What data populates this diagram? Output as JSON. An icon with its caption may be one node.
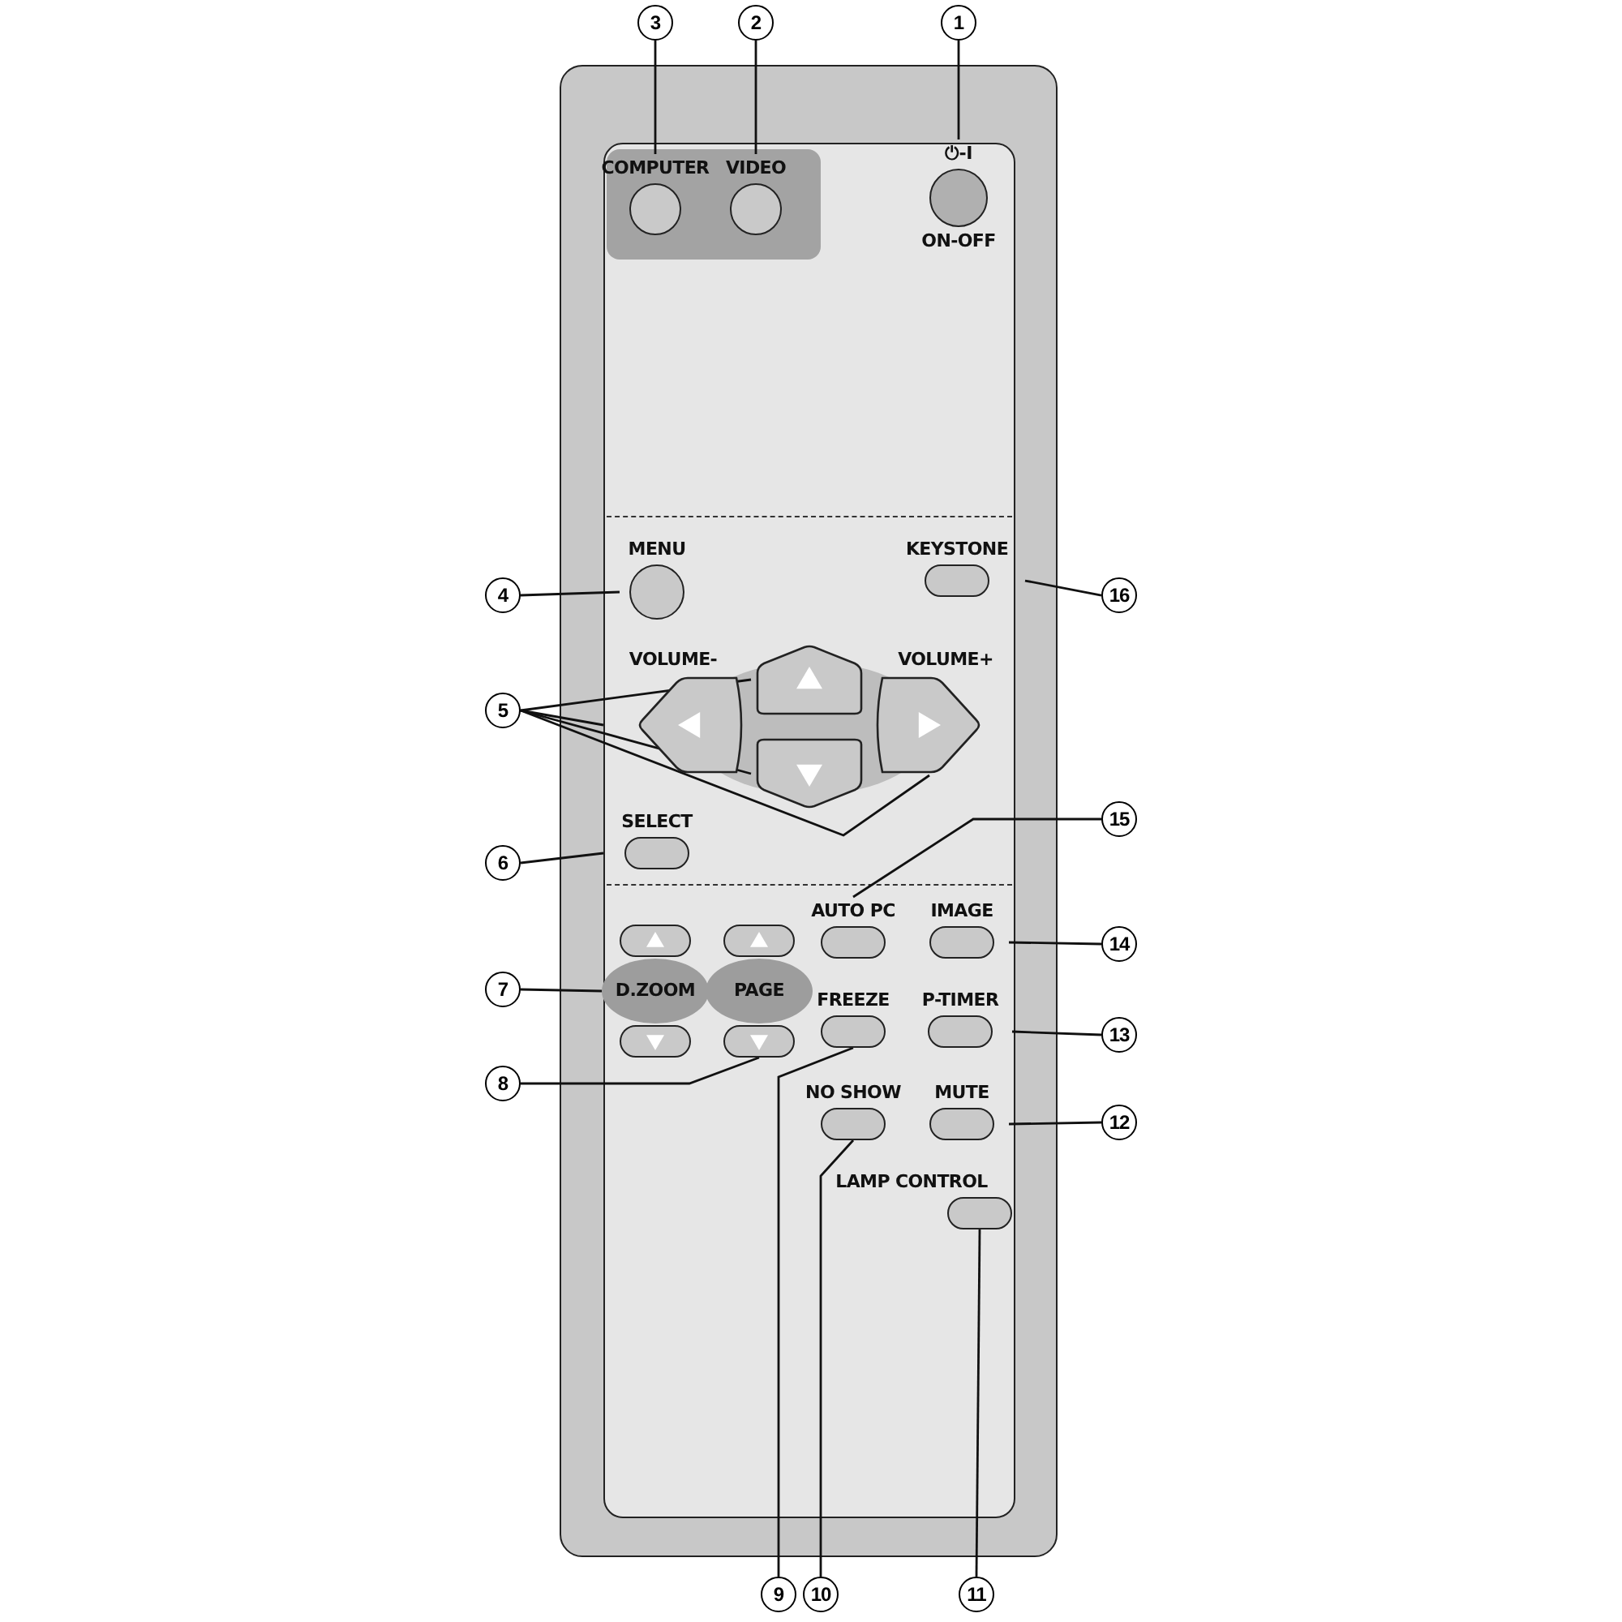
{
  "diagram": {
    "nodes": [
      {
        "text": [
          "3"
        ]
      },
      {
        "text": [
          "2"
        ]
      },
      {
        "text": [
          "1"
        ]
      },
      {
        "text": [
          "COMPUTER"
        ]
      },
      {
        "text": [
          "VIDEO"
        ]
      },
      {
        "text": [
          "⏻-I",
          "ON-OFF"
        ]
      },
      {
        "text": [
          "4"
        ]
      },
      {
        "text": [
          "MENU"
        ]
      },
      {
        "text": [
          "KEYSTONE"
        ]
      },
      {
        "text": [
          "16"
        ]
      },
      {
        "text": [
          "VOLUME-"
        ]
      },
      {
        "text": [],
        "shape": "box"
      },
      {
        "text": [
          "VOLUME+"
        ]
      },
      {
        "text": [
          "5"
        ]
      },
      {
        "text": [],
        "shape": "box"
      },
      {
        "text": [
          "15"
        ]
      },
      {
        "text": [
          "6"
        ]
      },
      {
        "text": [
          "SELECT"
        ]
      },
      {
        "text": [
          "AUTO PC"
        ]
      },
      {
        "text": [
          "IMAGE"
        ]
      },
      {
        "text": [
          "14"
        ]
      },
      {
        "text": [
          "7"
        ]
      },
      {
        "text": [
          "D.ZOOM"
        ]
      },
      {
        "text": [],
        "shape": "box"
      },
      {
        "text": [],
        "shape": "box"
      },
      {
        "text": [
          "PAGE"
        ]
      },
      {
        "text": [],
        "shape": "box"
      },
      {
        "text": [],
        "shape": "box"
      },
      {
        "text": [
          "FREEZE"
        ]
      },
      {
        "text": [
          "P-TIMER"
        ]
      },
      {
        "text": [
          "13"
        ]
      },
      {
        "text": [
          "8"
        ]
      },
      {
        "text": [
          "NO SHOW"
        ]
      },
      {
        "text": [
          "MUTE"
        ]
      },
      {
        "text": [
          "12"
        ]
      },
      {
        "text": [
          "LAMP CONTROL"
        ]
      },
      {
        "text": [
          "9"
        ]
      },
      {
        "text": [
          "10"
        ]
      },
      {
        "text": [
          "11"
        ]
      }
    ],
    "edges": [
      {
        "from": 0,
        "to": 3,
        "arrow": "none"
      },
      {
        "from": 1,
        "to": 4,
        "arrow": "none"
      },
      {
        "from": 2,
        "to": 5,
        "arrow": "none"
      },
      {
        "from": 6,
        "to": 7,
        "arrow": "none"
      },
      {
        "from": 9,
        "to": 8,
        "arrow": "none"
      },
      {
        "from": 13,
        "to": 11,
        "arrow": "none"
      },
      {
        "from": 13,
        "to": 10,
        "arrow": "none"
      },
      {
        "from": 13,
        "to": 14,
        "arrow": "none"
      },
      {
        "from": 13,
        "to": 12,
        "arrow": "none"
      },
      {
        "from": 15,
        "to": 18,
        "arrow": "none"
      },
      {
        "from": 16,
        "to": 17,
        "arrow": "none"
      },
      {
        "from": 20,
        "to": 19,
        "arrow": "none"
      },
      {
        "from": 21,
        "to": 22,
        "arrow": "none"
      },
      {
        "from": 30,
        "to": 29,
        "arrow": "none"
      },
      {
        "from": 31,
        "to": 27,
        "arrow": "none"
      },
      {
        "from": 36,
        "to": 28,
        "arrow": "none"
      },
      {
        "from": 37,
        "to": 32,
        "arrow": "none"
      },
      {
        "from": 38,
        "to": 35,
        "arrow": "none"
      },
      {
        "from": 34,
        "to": 33,
        "arrow": "none"
      }
    ]
  }
}
